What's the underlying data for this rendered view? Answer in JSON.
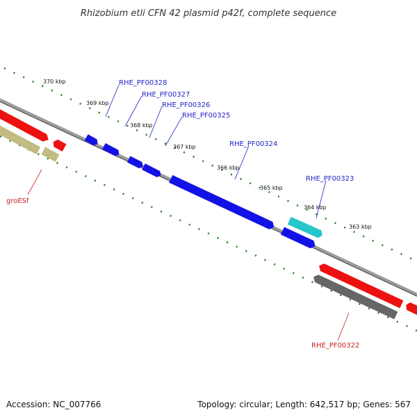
{
  "title": "Rhizobium etli CFN 42 plasmid p42f, complete sequence",
  "footer": {
    "accession": "Accession: NC_007766",
    "summary": "Topology: circular; Length: 642,517 bp; Genes: 567"
  },
  "colors": {
    "label_blue": "#1f1fc8",
    "label_red": "#c81e1e",
    "tick_green": "#1a7a1a",
    "backbone": "#8a8a8a",
    "gene_blue": "#1212e6",
    "gene_cyan": "#26c6cc",
    "gene_red": "#ee1111",
    "gene_olive": "#c2bb82",
    "gene_gray": "#666666"
  },
  "kbp_labels": [
    "370 kbp",
    "369 kbp",
    "368 kbp",
    "367 kbp",
    "366 kbp",
    "365 kbp",
    "364 kbp",
    "363 kbp"
  ],
  "gene_labels": {
    "f328": "RHE_PF00328",
    "f327": "RHE_PF00327",
    "f326": "RHE_PF00326",
    "f325": "RHE_PF00325",
    "f324": "RHE_PF00324",
    "f323": "RHE_PF00323",
    "groesf": "groESf",
    "f322": "RHE_PF00322"
  }
}
